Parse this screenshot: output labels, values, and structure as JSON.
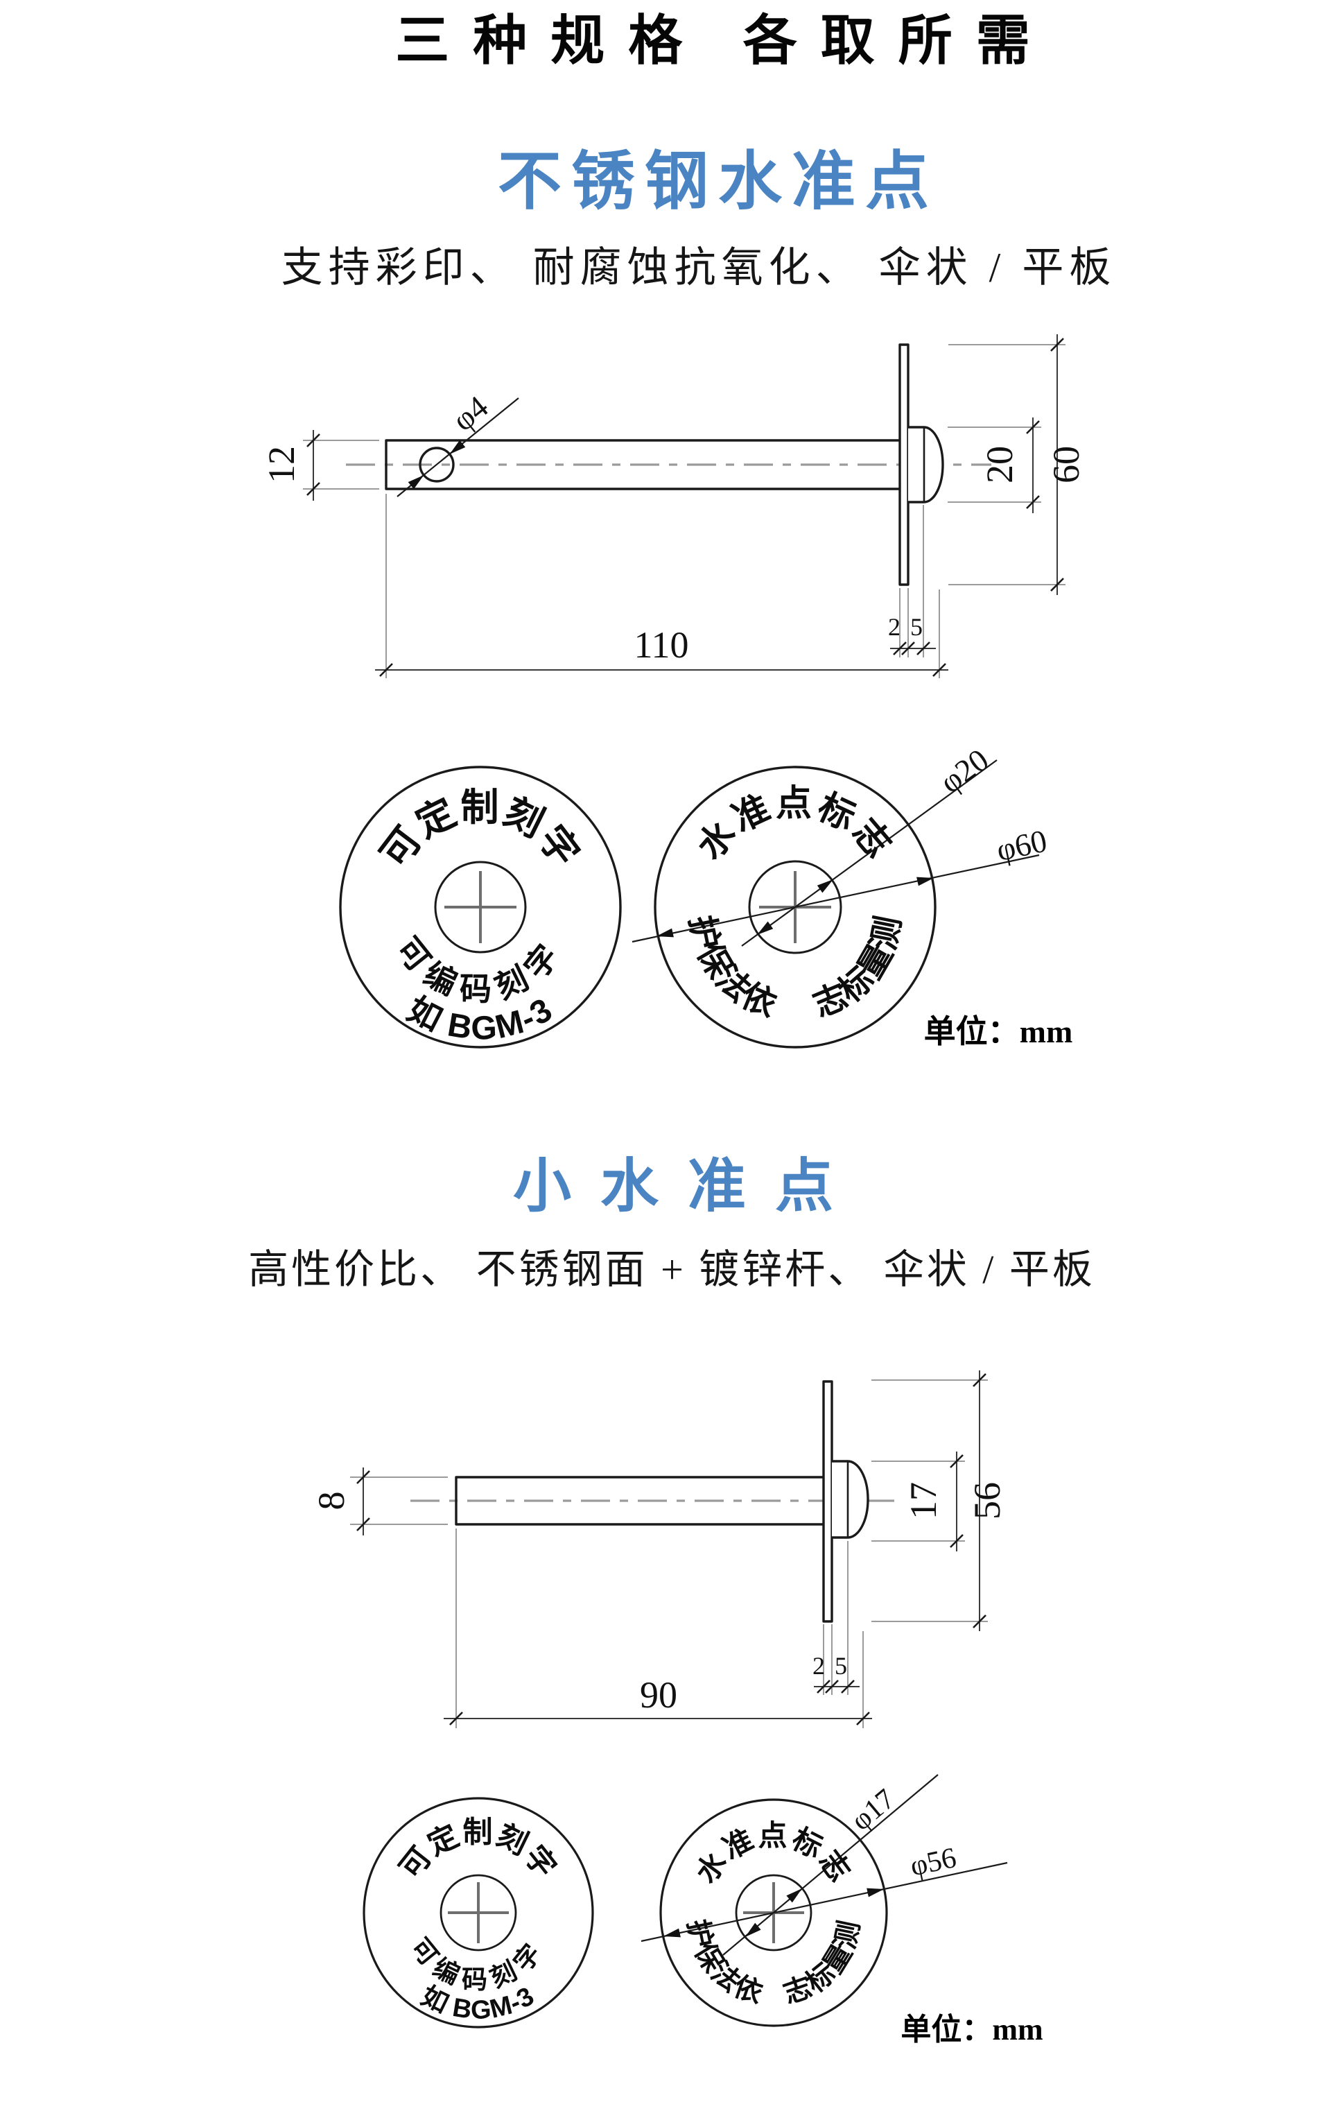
{
  "title": "三种规格 各取所需",
  "colors": {
    "accent_blue": "#4a84c2"
  },
  "sections": [
    {
      "heading": "不锈钢水准点",
      "subtitle": "支持彩印、 耐腐蚀抗氧化、 伞状 / 平板",
      "drawing": {
        "rod_height": "12",
        "hole_diameter": "φ4",
        "boss_height": "20",
        "disc_diameter": "60",
        "rod_length": "110",
        "disc_thickness": "2",
        "boss_depth": "5"
      },
      "disc_custom": {
        "top": "可定制刻字",
        "bottom": "可编码刻字",
        "example": "如 BGM-3"
      },
      "disc_mark": {
        "top": "水准点标志",
        "bottom_right": "测量标志",
        "bottom_left": "依法保护",
        "inner_diameter": "φ20",
        "outer_diameter": "φ60"
      },
      "unit": "单位：mm"
    },
    {
      "heading": "小水准点",
      "subtitle": "高性价比、 不锈钢面 + 镀锌杆、 伞状 / 平板",
      "drawing": {
        "rod_height": "8",
        "boss_height": "17",
        "disc_diameter": "56",
        "rod_length": "90",
        "disc_thickness": "2",
        "boss_depth": "5"
      },
      "disc_custom": {
        "top": "可定制刻字",
        "bottom": "可编码刻字",
        "example": "如 BGM-3"
      },
      "disc_mark": {
        "top": "水准点标志",
        "bottom_right": "测量标志",
        "bottom_left": "依法保护",
        "inner_diameter": "φ17",
        "outer_diameter": "φ56"
      },
      "unit": "单位：mm"
    }
  ]
}
